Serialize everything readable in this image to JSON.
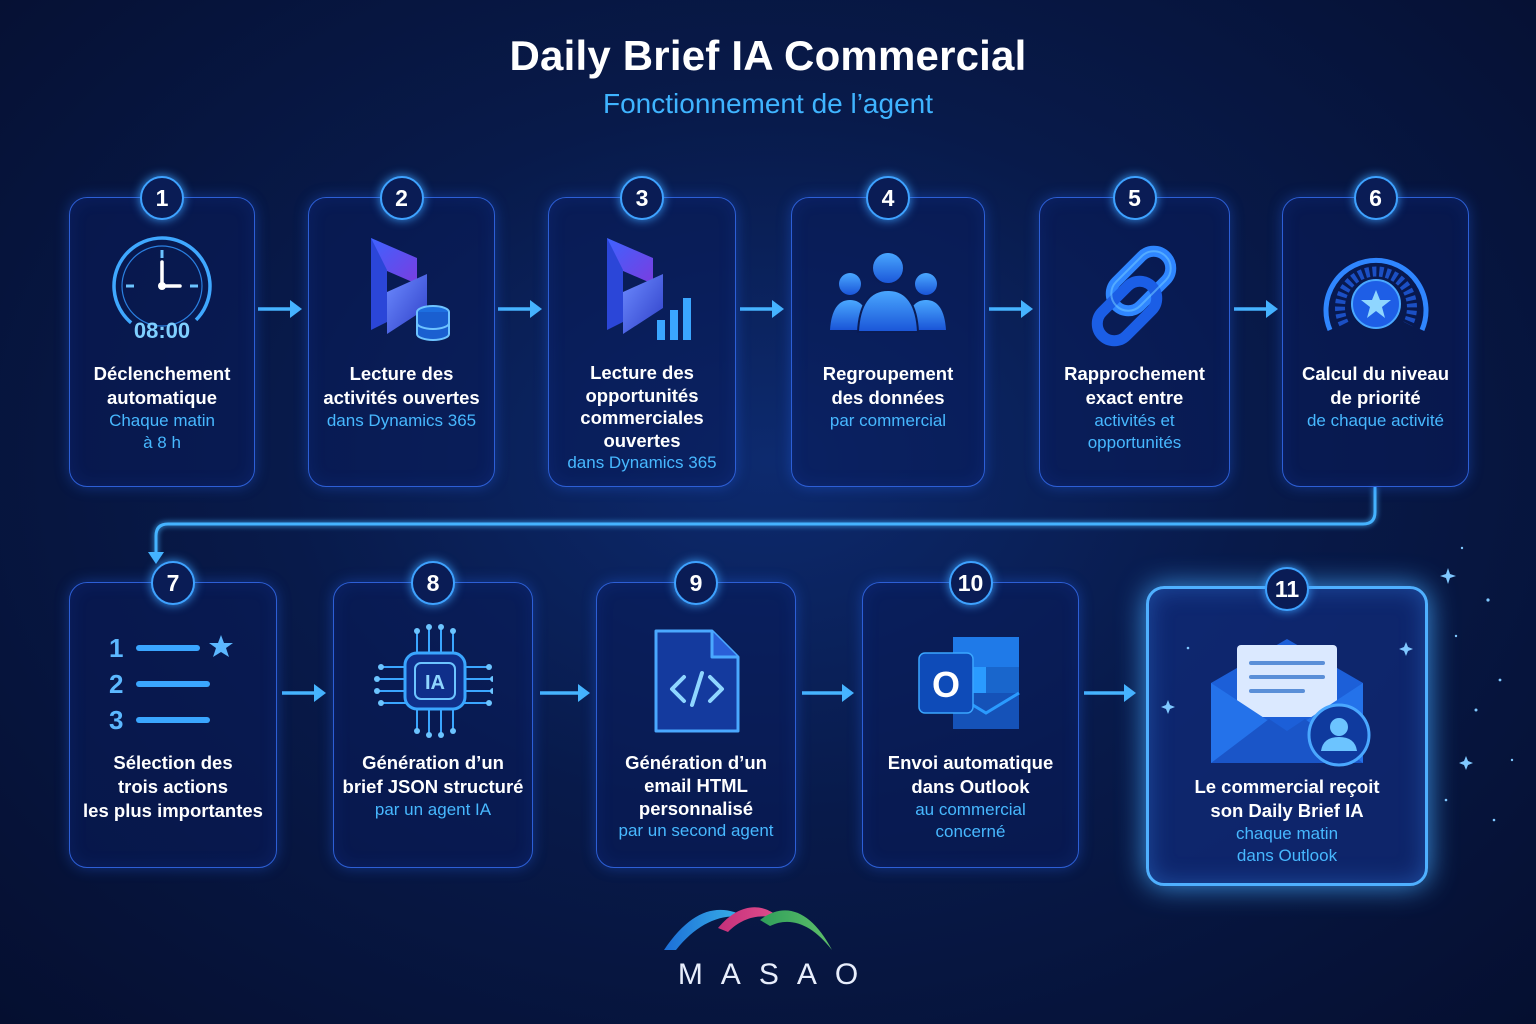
{
  "header": {
    "title": "Daily Brief IA Commercial",
    "subtitle": "Fonctionnement de l’agent"
  },
  "colors": {
    "background": "#081a4a",
    "accent": "#3fb4ff",
    "card_border": "#2d5fd6",
    "final_border": "#4fb0ff"
  },
  "steps": [
    {
      "number": "1",
      "icon": "clock-icon",
      "clock_time": "08:00",
      "main": "Déclenchement\nautomatique",
      "sub": "Chaque matin\nà 8 h"
    },
    {
      "number": "2",
      "icon": "dynamics-database-icon",
      "main": "Lecture des\nactivités ouvertes",
      "sub": "dans Dynamics 365"
    },
    {
      "number": "3",
      "icon": "dynamics-chart-icon",
      "main": "Lecture des\nopportunités\ncommerciales\nouvertes",
      "sub": "dans Dynamics 365"
    },
    {
      "number": "4",
      "icon": "people-group-icon",
      "main": "Regroupement\ndes données",
      "sub": "par commercial"
    },
    {
      "number": "5",
      "icon": "link-icon",
      "main": "Rapprochement\nexact entre",
      "sub": "activités et\nopportunités"
    },
    {
      "number": "6",
      "icon": "priority-gauge-icon",
      "main": "Calcul du niveau\nde priorité",
      "sub": "de chaque activité"
    },
    {
      "number": "7",
      "icon": "ranked-list-icon",
      "list_numbers": [
        "1",
        "2",
        "3"
      ],
      "main": "Sélection des\ntrois actions\nles plus importantes",
      "sub": ""
    },
    {
      "number": "8",
      "icon": "ai-chip-icon",
      "chip_label": "IA",
      "main": "Génération d’un\nbrief JSON structuré",
      "sub": "par un agent IA"
    },
    {
      "number": "9",
      "icon": "code-file-icon",
      "main": "Génération d’un\nemail HTML\npersonnalisé",
      "sub": "par un second agent"
    },
    {
      "number": "10",
      "icon": "outlook-icon",
      "outlook_letter": "O",
      "main": "Envoi automatique\ndans Outlook",
      "sub": "au commercial\nconcerné"
    },
    {
      "number": "11",
      "icon": "envelope-user-icon",
      "main": "Le commercial reçoit\nson Daily Brief IA",
      "sub": "chaque matin\ndans Outlook"
    }
  ],
  "brand": {
    "name": "MASAO",
    "icon": "masao-logo-icon"
  }
}
